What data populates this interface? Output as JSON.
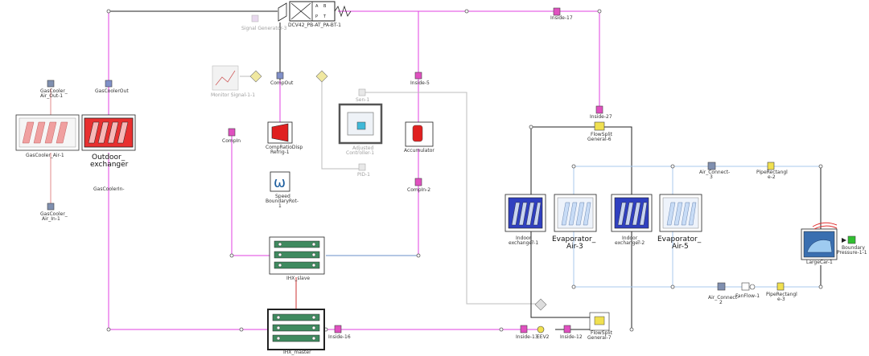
{
  "diagram": {
    "valve": {
      "name": "DCV42_PB-AT_PA-BT-1",
      "ports": {
        "a": "A",
        "b": "B",
        "p": "P",
        "t": "T"
      }
    },
    "signal_generator": "Signal Generator-3",
    "monitor_signal": "Monitor Signal-1-1",
    "comp_out": "CompOut",
    "comp_in": "CompIn",
    "compressor": [
      "CompRatioDisp",
      "Refrig-1"
    ],
    "speed": [
      "Speed",
      "BoundaryRot-",
      "1"
    ],
    "adjust_controller": [
      "Adjusted",
      "Controller-1"
    ],
    "pid": "PID-1",
    "sensor": "Sen-1",
    "accumulator": "Accumulator",
    "comp_in_2": "CompIn-2",
    "inside_5": "Inside-5",
    "inside_17": "Inside-17",
    "inside_27": "Inside-27",
    "inside_16": "Inside-16",
    "inside_13": "Inside-13",
    "inside_12": "Inside-12",
    "eev2": "EEV2",
    "flowsplit_6": [
      "FlowSplit",
      "General-6"
    ],
    "flowsplit_7": [
      "FlowSplit",
      "General-7"
    ],
    "gascooler_air_out": [
      "GasCooler_",
      "Air_Out-1"
    ],
    "gascooler_air_in": [
      "GasCooler_",
      "Air_In-1"
    ],
    "gascooler_out": "GasCoolerOut",
    "gascooler_in": "GasCoolerIn-",
    "gascooler_air": "GasCooler_Air-1",
    "outdoor_exchanger": [
      "Outdoor_",
      "exchanger"
    ],
    "ihx_slave": "IHX_slave",
    "ihx_master": "IHX_master",
    "indoor_exchanger_1": [
      "Indoor_",
      "exchanger-1"
    ],
    "evaporator_air_3": [
      "Evaporator_",
      "Air-3"
    ],
    "indoor_exchanger_2": [
      "Indoor_",
      "exchanger-2"
    ],
    "evaporator_air_5": [
      "Evaporator_",
      "Air-5"
    ],
    "air_connect_3": [
      "Air_Connect-",
      "3"
    ],
    "air_connect_2": [
      "Air_Connect-",
      "2"
    ],
    "pipe_rect_2": [
      "PipeRectangl",
      "e-2"
    ],
    "pipe_rect_3": [
      "PipeRectangl",
      "e-3"
    ],
    "fan_flow": "FanFlow-1",
    "large_car": "LargeCar-1",
    "boundary_pressure": [
      "Boundary",
      "Pressure-1-1"
    ],
    "colors": {
      "refrigerant": "#e040e0",
      "air": "#a8c8ee",
      "black_line": "#222222",
      "gray_line": "#bdbdbd",
      "gascooler_red": "#e83030",
      "evap_blue": "#3040c0"
    }
  }
}
